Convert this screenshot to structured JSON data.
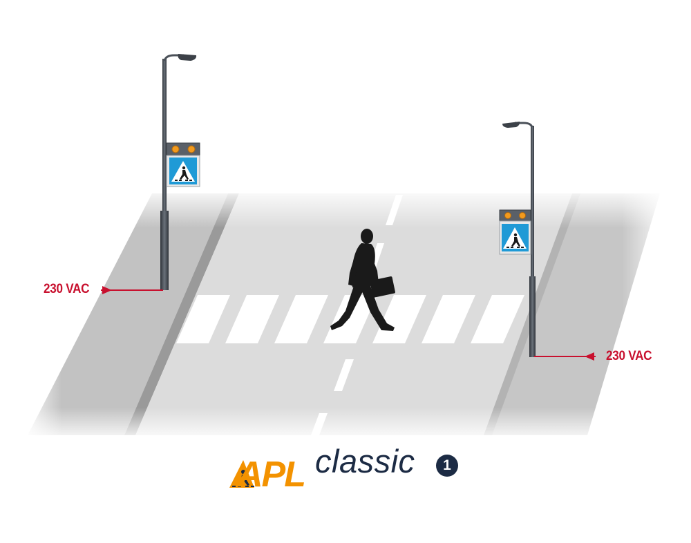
{
  "power": {
    "left_label": "230 VAC",
    "right_label": "230 VAC"
  },
  "logo": {
    "brand": "APL",
    "product": "classic",
    "badge": "1"
  },
  "colors": {
    "road": "#dcdcdc",
    "sidewalk": "#c2c2c2",
    "curb": "#9a9a9a",
    "markings": "#ffffff",
    "pole": "#4a5058",
    "sign_blue": "#1f9ad6",
    "amber_light": "#f29a1d",
    "cable_red": "#c8102e",
    "logo_orange": "#f39200",
    "logo_navy": "#1c2b44",
    "pedestrian": "#1a1a1a"
  }
}
